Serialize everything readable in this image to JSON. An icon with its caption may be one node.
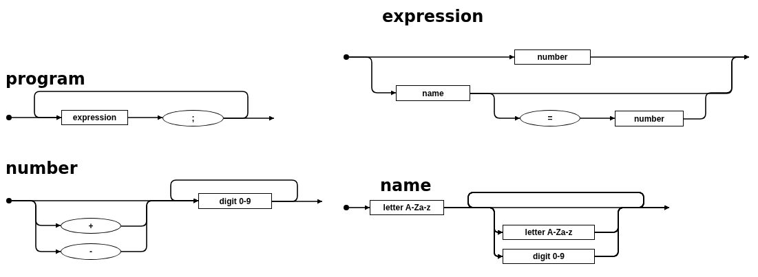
{
  "diagram": {
    "nodes": [
      {
        "text": [],
        "shape": "circle"
      },
      {
        "text": [
          "expression"
        ]
      },
      {
        "text": [
          ";"
        ]
      },
      {
        "text": [],
        "shape": "circle"
      },
      {
        "text": [
          "number"
        ]
      },
      {
        "text": [
          "name"
        ]
      },
      {
        "text": [
          "="
        ]
      },
      {
        "text": [
          "number"
        ]
      },
      {
        "text": [],
        "shape": "circle"
      },
      {
        "text": [
          "+"
        ]
      },
      {
        "text": [
          "-"
        ]
      },
      {
        "text": [
          "digit 0-9"
        ]
      },
      {
        "text": [],
        "shape": "circle"
      },
      {
        "text": [
          "letter A-Za-z"
        ]
      },
      {
        "text": [
          "letter A-Za-z"
        ]
      },
      {
        "text": [
          "digit 0-9"
        ]
      }
    ],
    "edges": [
      {
        "from": 0,
        "to": 1,
        "arrow": "to"
      },
      {
        "from": 1,
        "to": 2,
        "arrow": "to"
      },
      {
        "from": 2,
        "to": 1,
        "arrow": "to"
      },
      {
        "from": 2,
        "to": null,
        "arrow": "to"
      },
      {
        "from": 3,
        "to": 4,
        "arrow": "to"
      },
      {
        "from": 3,
        "to": 5,
        "arrow": "to"
      },
      {
        "from": 5,
        "to": 6,
        "arrow": "to"
      },
      {
        "from": 6,
        "to": 7,
        "arrow": "to"
      },
      {
        "from": 4,
        "to": null,
        "arrow": "to"
      },
      {
        "from": 5,
        "to": null,
        "arrow": "to"
      },
      {
        "from": 7,
        "to": null,
        "arrow": "to"
      },
      {
        "from": 8,
        "to": 9,
        "arrow": "to"
      },
      {
        "from": 8,
        "to": 10,
        "arrow": "to"
      },
      {
        "from": 8,
        "to": 11,
        "arrow": "to"
      },
      {
        "from": 9,
        "to": 11,
        "arrow": "to"
      },
      {
        "from": 10,
        "to": 11,
        "arrow": "to"
      },
      {
        "from": 11,
        "to": 11,
        "arrow": "to"
      },
      {
        "from": 11,
        "to": null,
        "arrow": "to"
      },
      {
        "from": 12,
        "to": 13,
        "arrow": "to"
      },
      {
        "from": 13,
        "to": 14,
        "arrow": "to"
      },
      {
        "from": 13,
        "to": 15,
        "arrow": "to"
      },
      {
        "from": 13,
        "to": null,
        "arrow": "to"
      },
      {
        "from": 14,
        "to": null,
        "arrow": "to"
      },
      {
        "from": 15,
        "to": null,
        "arrow": "to"
      },
      {
        "from": 14,
        "to": 14,
        "arrow": "to"
      },
      {
        "from": 14,
        "to": 15,
        "arrow": "to"
      },
      {
        "from": 15,
        "to": 14,
        "arrow": "to"
      },
      {
        "from": 15,
        "to": 15,
        "arrow": "to"
      }
    ],
    "labels": [
      "expression",
      "program",
      "number",
      "name"
    ]
  }
}
